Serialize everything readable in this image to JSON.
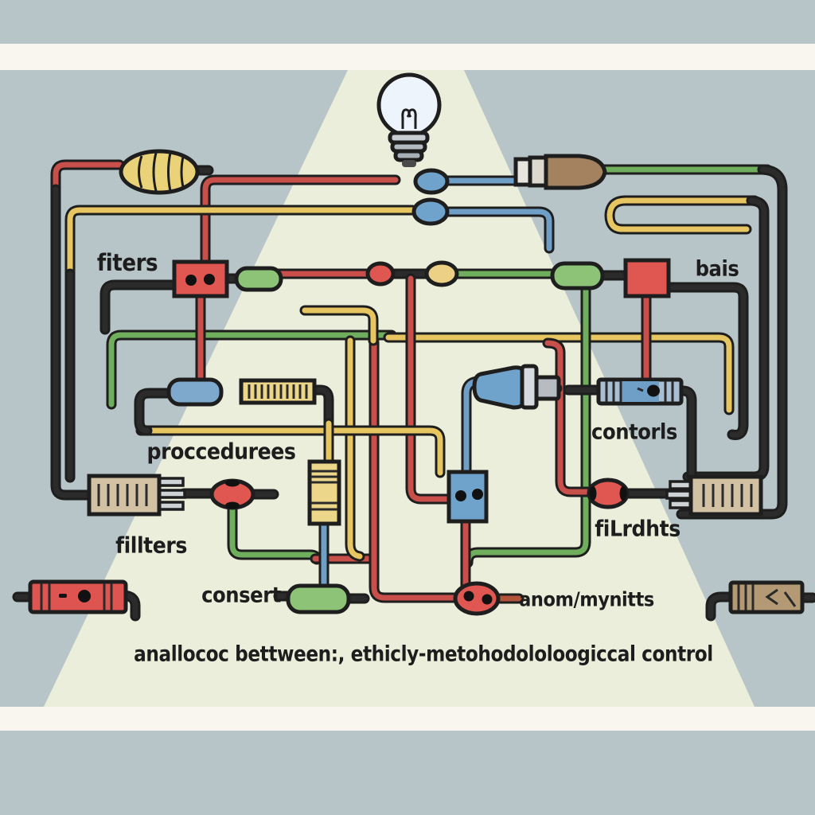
{
  "scene": {
    "description": "hand-drawn cartoon circuit diagram under a light bulb beam",
    "colors": {
      "background": "#b7c4c8",
      "beam": "#ebeeda",
      "stripe": "#f8f6ef",
      "wire_red": "#c94f4a",
      "wire_green": "#6fae5c",
      "wire_yellow": "#e7c661",
      "wire_blue": "#6f9fc7",
      "wire_black": "#1e1e1e",
      "component_red": "#e05752",
      "component_green": "#8cc377",
      "component_blue": "#6fa3cb",
      "component_yellow": "#ecd689",
      "component_tan": "#d3c1a4",
      "component_brown": "#a5825f"
    }
  },
  "labels": {
    "fiters": "fiters",
    "bais": "bais",
    "proccedurees": "proccedurees",
    "contorls": "contorls",
    "fillters": "fillters",
    "filrdhts": "fiLrdhts",
    "consert": "consert",
    "anommynitts": "anom/mynitts"
  },
  "caption": {
    "text": "anallococ bettween:, ethicly-metohodololoogiccal control"
  },
  "components": [
    {
      "name": "light-bulb",
      "color": "#eef4fb"
    },
    {
      "name": "coil-resistor",
      "color": "#ead279"
    },
    {
      "name": "red-junction-box-two-dots",
      "color": "#e05752"
    },
    {
      "name": "red-square",
      "color": "#e05752"
    },
    {
      "name": "green-pill-small",
      "color": "#8cc377"
    },
    {
      "name": "green-pill-right",
      "color": "#8cc377"
    },
    {
      "name": "green-pill-consert",
      "color": "#8cc377"
    },
    {
      "name": "blue-pill",
      "color": "#7fa9cc"
    },
    {
      "name": "blue-junction-box-two-dots",
      "color": "#6fa3cb"
    },
    {
      "name": "blue-capacitor-striped",
      "color": "#8fb4d4"
    },
    {
      "name": "blue-funnel-plug",
      "color": "#6fa3cb"
    },
    {
      "name": "brown-plug",
      "color": "#a5825f"
    },
    {
      "name": "horizontal-striped-resistor",
      "color": "#ecd689"
    },
    {
      "name": "vertical-striped-resistor",
      "color": "#ecd689"
    },
    {
      "name": "tan-connector-left",
      "color": "#d3c1a4"
    },
    {
      "name": "tan-connector-right",
      "color": "#d3c1a4"
    },
    {
      "name": "red-node-left",
      "color": "#e05752"
    },
    {
      "name": "red-node-right",
      "color": "#e05752"
    },
    {
      "name": "red-node-anom",
      "color": "#e05752"
    },
    {
      "name": "red-oval-mid",
      "color": "#e05752"
    },
    {
      "name": "yellow-oval-mid",
      "color": "#ecd085"
    },
    {
      "name": "blue-node-a",
      "color": "#6fa3cb"
    },
    {
      "name": "blue-node-b",
      "color": "#6fa3cb"
    },
    {
      "name": "red-resistor-bottom-left",
      "color": "#dd5450"
    },
    {
      "name": "tan-resistor-bottom-right",
      "color": "#b39a74"
    }
  ]
}
